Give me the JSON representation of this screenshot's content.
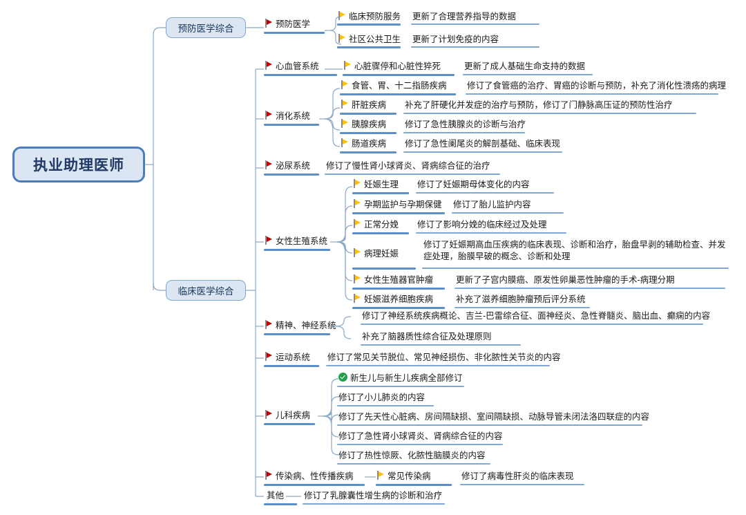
{
  "title": "执业助理医师",
  "colors": {
    "node_fill": "#dce6f2",
    "node_border": "#7fa6d3",
    "root_border": "#4a7ebb",
    "bar": "#5b8fc9",
    "flag_red": "#c00000",
    "flag_yellow": "#ffc000",
    "check_green": "#21a04a",
    "text": "#1a1a1a",
    "root_text": "#1f3864"
  },
  "icons": {
    "flag_red": "red-flag-icon",
    "flag_yellow": "yellow-flag-icon",
    "check": "green-check-icon"
  },
  "branches": [
    {
      "label": "预防医学综合",
      "topics": [
        {
          "label": "预防医学",
          "items": [
            {
              "label": "临床预防服务",
              "note": "更新了合理营养指导的数据",
              "icon": "flag_yellow"
            },
            {
              "label": "社区公共卫生",
              "note": "更新了计划免疫的内容",
              "icon": "flag_yellow"
            }
          ]
        }
      ]
    },
    {
      "label": "临床医学综合",
      "topics": [
        {
          "label": "心血管系统",
          "items": [
            {
              "label": "心脏骤停和心脏性猝死",
              "note": "更新了成人基础生命支持的数据",
              "icon": "flag_yellow"
            }
          ]
        },
        {
          "label": "消化系统",
          "items": [
            {
              "label": "食管、胃、十二指肠疾病",
              "note": "修订了食管癌的治疗、胃癌的诊断与预防，补充了消化性溃疡的病理",
              "icon": "flag_yellow"
            },
            {
              "label": "肝脏疾病",
              "note": "补充了肝硬化并发症的治疗与预防，修订了门静脉高压证的预防性治疗",
              "icon": "flag_yellow"
            },
            {
              "label": "胰腺疾病",
              "note": "修订了急性胰腺炎的诊断与治疗",
              "icon": "flag_yellow"
            },
            {
              "label": "肠道疾病",
              "note": "修订了急性阑尾炎的解剖基础、临床表现",
              "icon": "flag_yellow"
            }
          ]
        },
        {
          "label": "泌尿系统",
          "items": [
            {
              "label": "",
              "note": "修订了慢性肾小球肾炎、肾病综合征的治疗",
              "icon": "none"
            }
          ]
        },
        {
          "label": "女性生殖系统",
          "items": [
            {
              "label": "妊娠生理",
              "note": "修订了妊娠期母体变化的内容",
              "icon": "flag_yellow"
            },
            {
              "label": "孕期监护与孕期保健",
              "note": "修订了胎儿监护内容",
              "icon": "flag_yellow"
            },
            {
              "label": "正常分娩",
              "note": "修订了影响分娩的临床经过及处理",
              "icon": "flag_yellow"
            },
            {
              "label": "病理妊娠",
              "note": "修订了妊娠期高血压疾病的临床表现、诊断和治疗，胎盘早剥的辅助检查、并发症处理，胎膜早破的概念、诊断和处理",
              "icon": "flag_yellow"
            },
            {
              "label": "女性生殖器官肿瘤",
              "note": "更新了子宫内膜癌、原发性卵巢恶性肿瘤的手术-病理分期",
              "icon": "flag_yellow"
            },
            {
              "label": "妊娠滋养细胞疾病",
              "note": "补充了滋养细胞肿瘤预后评分系统",
              "icon": "flag_yellow"
            }
          ]
        },
        {
          "label": "精神、神经系统",
          "items": [
            {
              "label": "",
              "note": "修订了神经系统疾病概论、吉兰-巴雷综合征、面神经炎、急性脊髓炎、脑出血、癫痫的内容",
              "icon": "none"
            },
            {
              "label": "",
              "note": "补充了脑器质性综合征及处理原则",
              "icon": "none"
            }
          ]
        },
        {
          "label": "运动系统",
          "items": [
            {
              "label": "",
              "note": "修订了常见关节脱位、常见神经损伤、非化脓性关节炎的内容",
              "icon": "none"
            }
          ]
        },
        {
          "label": "儿科疾病",
          "items": [
            {
              "label": "",
              "note": "新生儿与新生儿疾病全部修订",
              "icon": "check"
            },
            {
              "label": "",
              "note": "修订了小儿肺炎的内容",
              "icon": "none"
            },
            {
              "label": "",
              "note": "修订了先天性心脏病、房间隔缺损、室间隔缺损、动脉导管未闭法洛四联症的内容",
              "icon": "none"
            },
            {
              "label": "",
              "note": "修订了急性肾小球肾炎、肾病综合征的内容",
              "icon": "none"
            },
            {
              "label": "",
              "note": "修订了热性惊厥、化脓性脑膜炎的内容",
              "icon": "none"
            }
          ]
        },
        {
          "label": "传染病、性传播疾病",
          "items": [
            {
              "label": "常见传染病",
              "note": "修订了病毒性肝炎的临床表现",
              "icon": "flag_yellow"
            }
          ]
        },
        {
          "label": "其他",
          "no_flag": true,
          "items": [
            {
              "label": "",
              "note": "修订了乳腺囊性增生病的诊断和治疗",
              "icon": "none"
            }
          ]
        }
      ]
    }
  ]
}
